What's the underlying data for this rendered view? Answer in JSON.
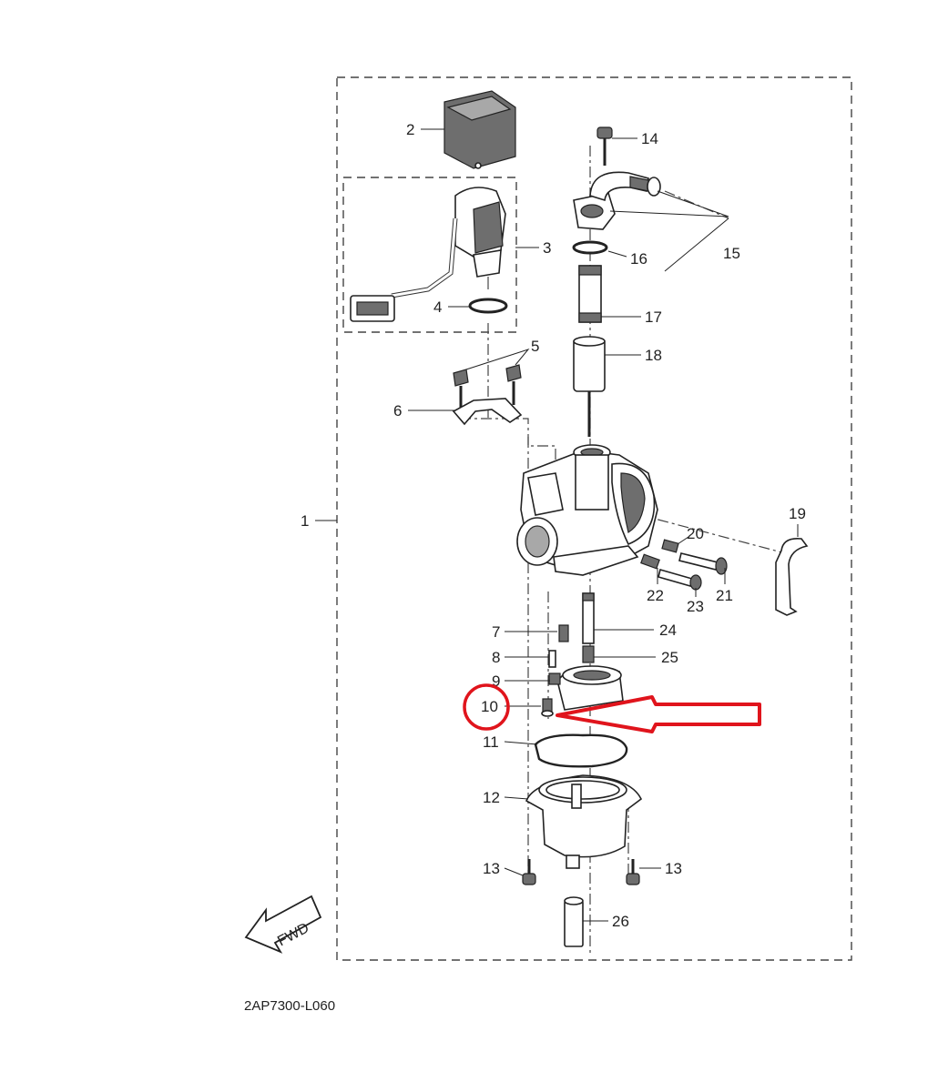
{
  "diagram": {
    "code": "2AP7300-L060",
    "fwd_label": "FWD",
    "highlight_color": "#e0141c",
    "callouts": {
      "c1": "1",
      "c2": "2",
      "c3": "3",
      "c4": "4",
      "c5": "5",
      "c6": "6",
      "c7": "7",
      "c8": "8",
      "c9": "9",
      "c10": "10",
      "c11": "11",
      "c12": "12",
      "c13a": "13",
      "c13b": "13",
      "c14": "14",
      "c15": "15",
      "c16": "16",
      "c17": "17",
      "c18": "18",
      "c19": "19",
      "c20": "20",
      "c21": "21",
      "c22": "22",
      "c23": "23",
      "c24": "24",
      "c25": "25",
      "c26": "26"
    }
  }
}
